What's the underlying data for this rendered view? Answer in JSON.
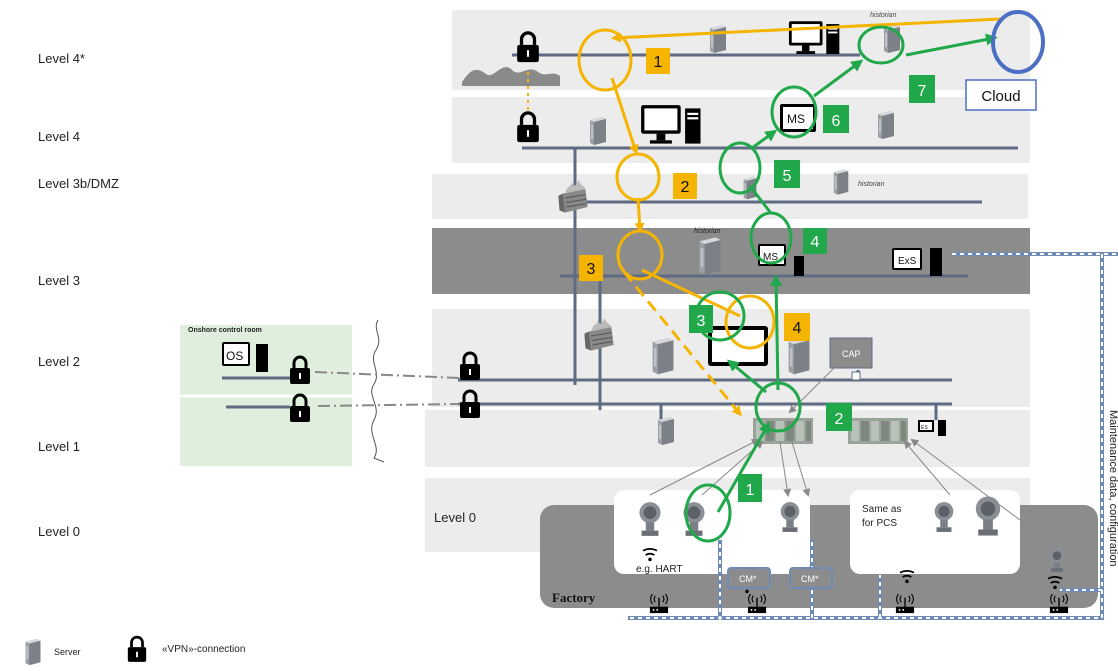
{
  "level_labels": [
    "Level 4*",
    "Level 4",
    "Level 3b/DMZ",
    "Level 3",
    "Level 2",
    "Level 1",
    "Level 0"
  ],
  "inner_level0_label": "Level 0",
  "onshore_label": "Onshore control room",
  "cloud_label": "Cloud",
  "factory_label": "Factory",
  "hart_label": "e.g. HART",
  "same_as_pcs_line1": "Same as",
  "same_as_pcs_line2": "for PCS",
  "historian_label": "historian",
  "cap_label": "CAP",
  "ms_label": "MS",
  "exs_label": "ExS",
  "os_label": "OS",
  "cm_label": "CM*",
  "es_label": "ES",
  "side_label": "Maintenance data, configuration",
  "yellow_steps": [
    "1",
    "2",
    "3",
    "4"
  ],
  "green_steps": [
    "1",
    "2",
    "3",
    "4",
    "5",
    "6",
    "7"
  ],
  "legend": {
    "server": "Server",
    "vpn": "«VPN»-connection"
  },
  "colors": {
    "yellow": "#f4b400",
    "green": "#20a84a",
    "cloud": "#4b6fc4",
    "band_light": "#ececec",
    "band_dark": "#8a8a8a",
    "onshore": "#dfeedd",
    "factory": "#8c8c8c",
    "bus": "#5f6b82"
  }
}
